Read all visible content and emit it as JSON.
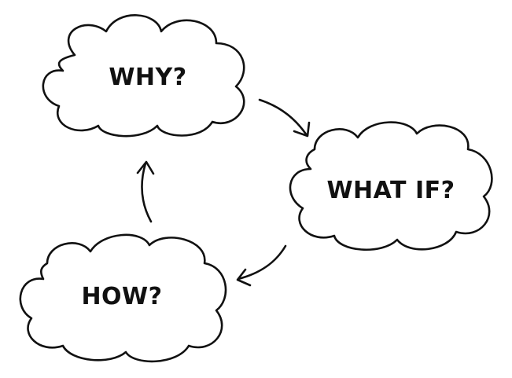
{
  "diagram": {
    "nodes": [
      {
        "id": "why",
        "label": "WHY?"
      },
      {
        "id": "what_if",
        "label": "WHAT IF?"
      },
      {
        "id": "how",
        "label": "HOW?"
      }
    ],
    "edges": [
      {
        "from": "why",
        "to": "what_if"
      },
      {
        "from": "what_if",
        "to": "how"
      },
      {
        "from": "how",
        "to": "why"
      }
    ]
  },
  "colors": {
    "stroke": "#111111",
    "background": "#ffffff"
  }
}
